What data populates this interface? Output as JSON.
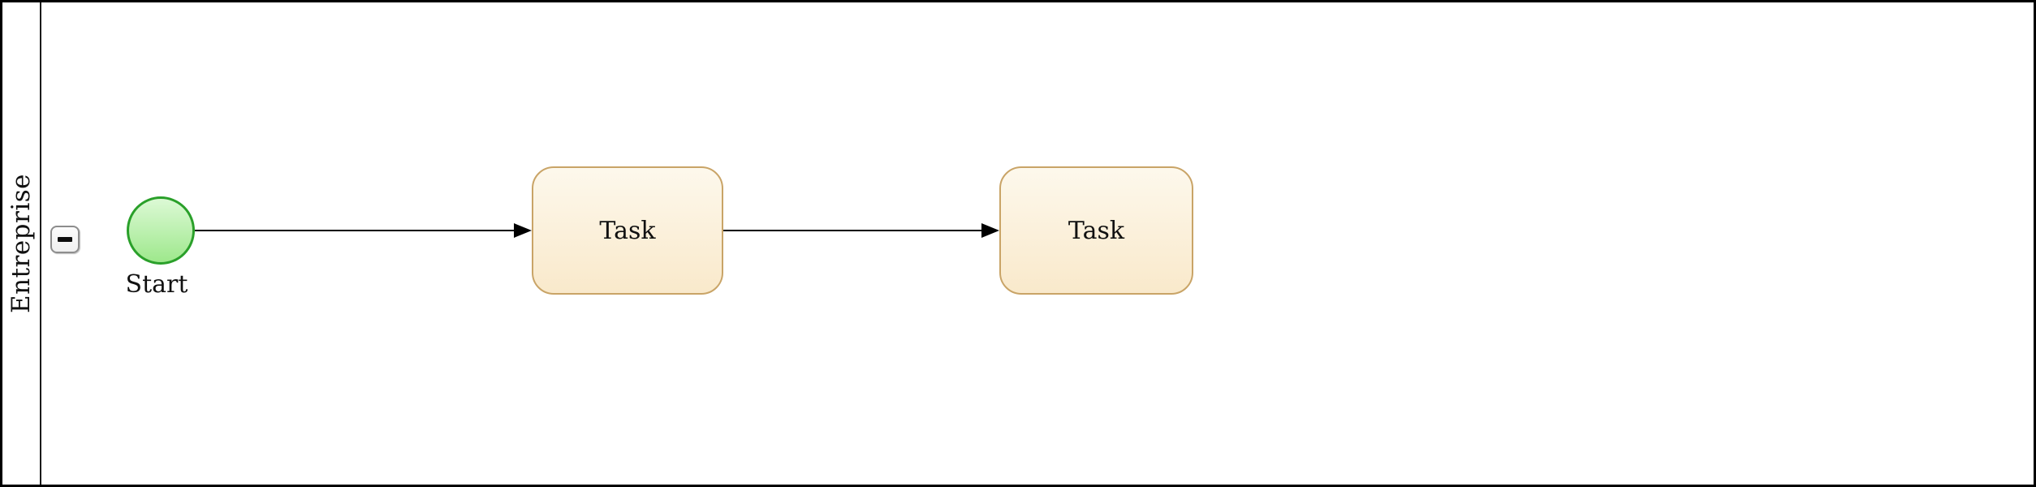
{
  "pool": {
    "label": "Entreprise",
    "collapse_button_icon": "minus-icon"
  },
  "nodes": [
    {
      "id": "start-event",
      "type": "bpmn-start-event",
      "label": "Start"
    },
    {
      "id": "task-1",
      "type": "bpmn-task",
      "label": "Task"
    },
    {
      "id": "task-2",
      "type": "bpmn-task",
      "label": "Task"
    }
  ],
  "edges": [
    {
      "from": "start-event",
      "to": "task-1",
      "type": "sequence-flow"
    },
    {
      "from": "task-1",
      "to": "task-2",
      "type": "sequence-flow"
    }
  ],
  "colors": {
    "pool_border": "#000000",
    "start_stroke": "#2aa02a",
    "start_fill_top": "#dcf9d5",
    "start_fill_bottom": "#9ee88c",
    "task_stroke": "#c9a467",
    "task_fill_top": "#fdf8ec",
    "task_fill_bottom": "#f9e9cb",
    "edge": "#000000",
    "button_border": "#8d8d8d",
    "button_fill": "#f0f0f0",
    "text": "#111111"
  }
}
